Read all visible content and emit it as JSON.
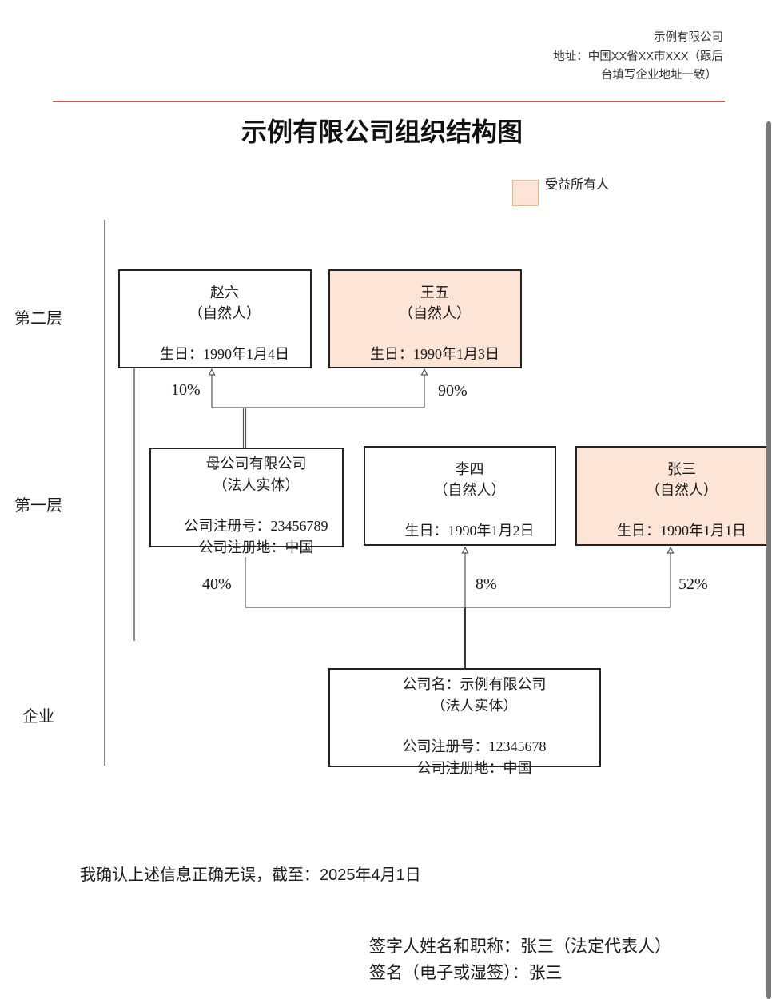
{
  "header": {
    "company": "示例有限公司",
    "address_lines": [
      "地址：中国XX省XX市XXX（跟后",
      "台填写企业地址一致）"
    ]
  },
  "title": "示例有限公司组织结构图",
  "legend": {
    "beneficial_owner_label": "受益所有人"
  },
  "layers": {
    "second": "第二层",
    "first": "第一层",
    "enterprise": "企业"
  },
  "nodes": {
    "zhao_liu": {
      "name": "赵六",
      "type": "（自然人）",
      "birthday": "生日：1990年1月4日",
      "share": "10%",
      "beneficial_owner": false
    },
    "wang_wu": {
      "name": "王五",
      "type": "（自然人）",
      "birthday": "生日：1990年1月3日",
      "share": "90%",
      "beneficial_owner": true
    },
    "parent_company": {
      "name": "母公司有限公司",
      "type": "（法人实体）",
      "reg_no": "公司注册号：23456789",
      "reg_place": "公司注册地：中国",
      "share": "40%",
      "beneficial_owner": false
    },
    "li_si": {
      "name": "李四",
      "type": "（自然人）",
      "birthday": "生日：1990年1月2日",
      "share": "8%",
      "beneficial_owner": false
    },
    "zhang_san": {
      "name": "张三",
      "type": "（自然人）",
      "birthday": "生日：1990年1月1日",
      "share": "52%",
      "beneficial_owner": true
    },
    "company": {
      "name": "公司名：示例有限公司",
      "type": "（法人实体）",
      "reg_no": "公司注册号：12345678",
      "reg_place": "公司注册地：中国",
      "beneficial_owner": false
    }
  },
  "footer": {
    "confirmation": "我确认上述信息正确无误，截至：2025年4月1日",
    "signer": "签字人姓名和职称：张三（法定代表人）",
    "signature": "签名（电子或湿签）：张三"
  },
  "colors": {
    "beneficial_fill": "#fce4d6",
    "beneficial_legend_border": "#f4b183",
    "header_rule": "#c55a52"
  }
}
